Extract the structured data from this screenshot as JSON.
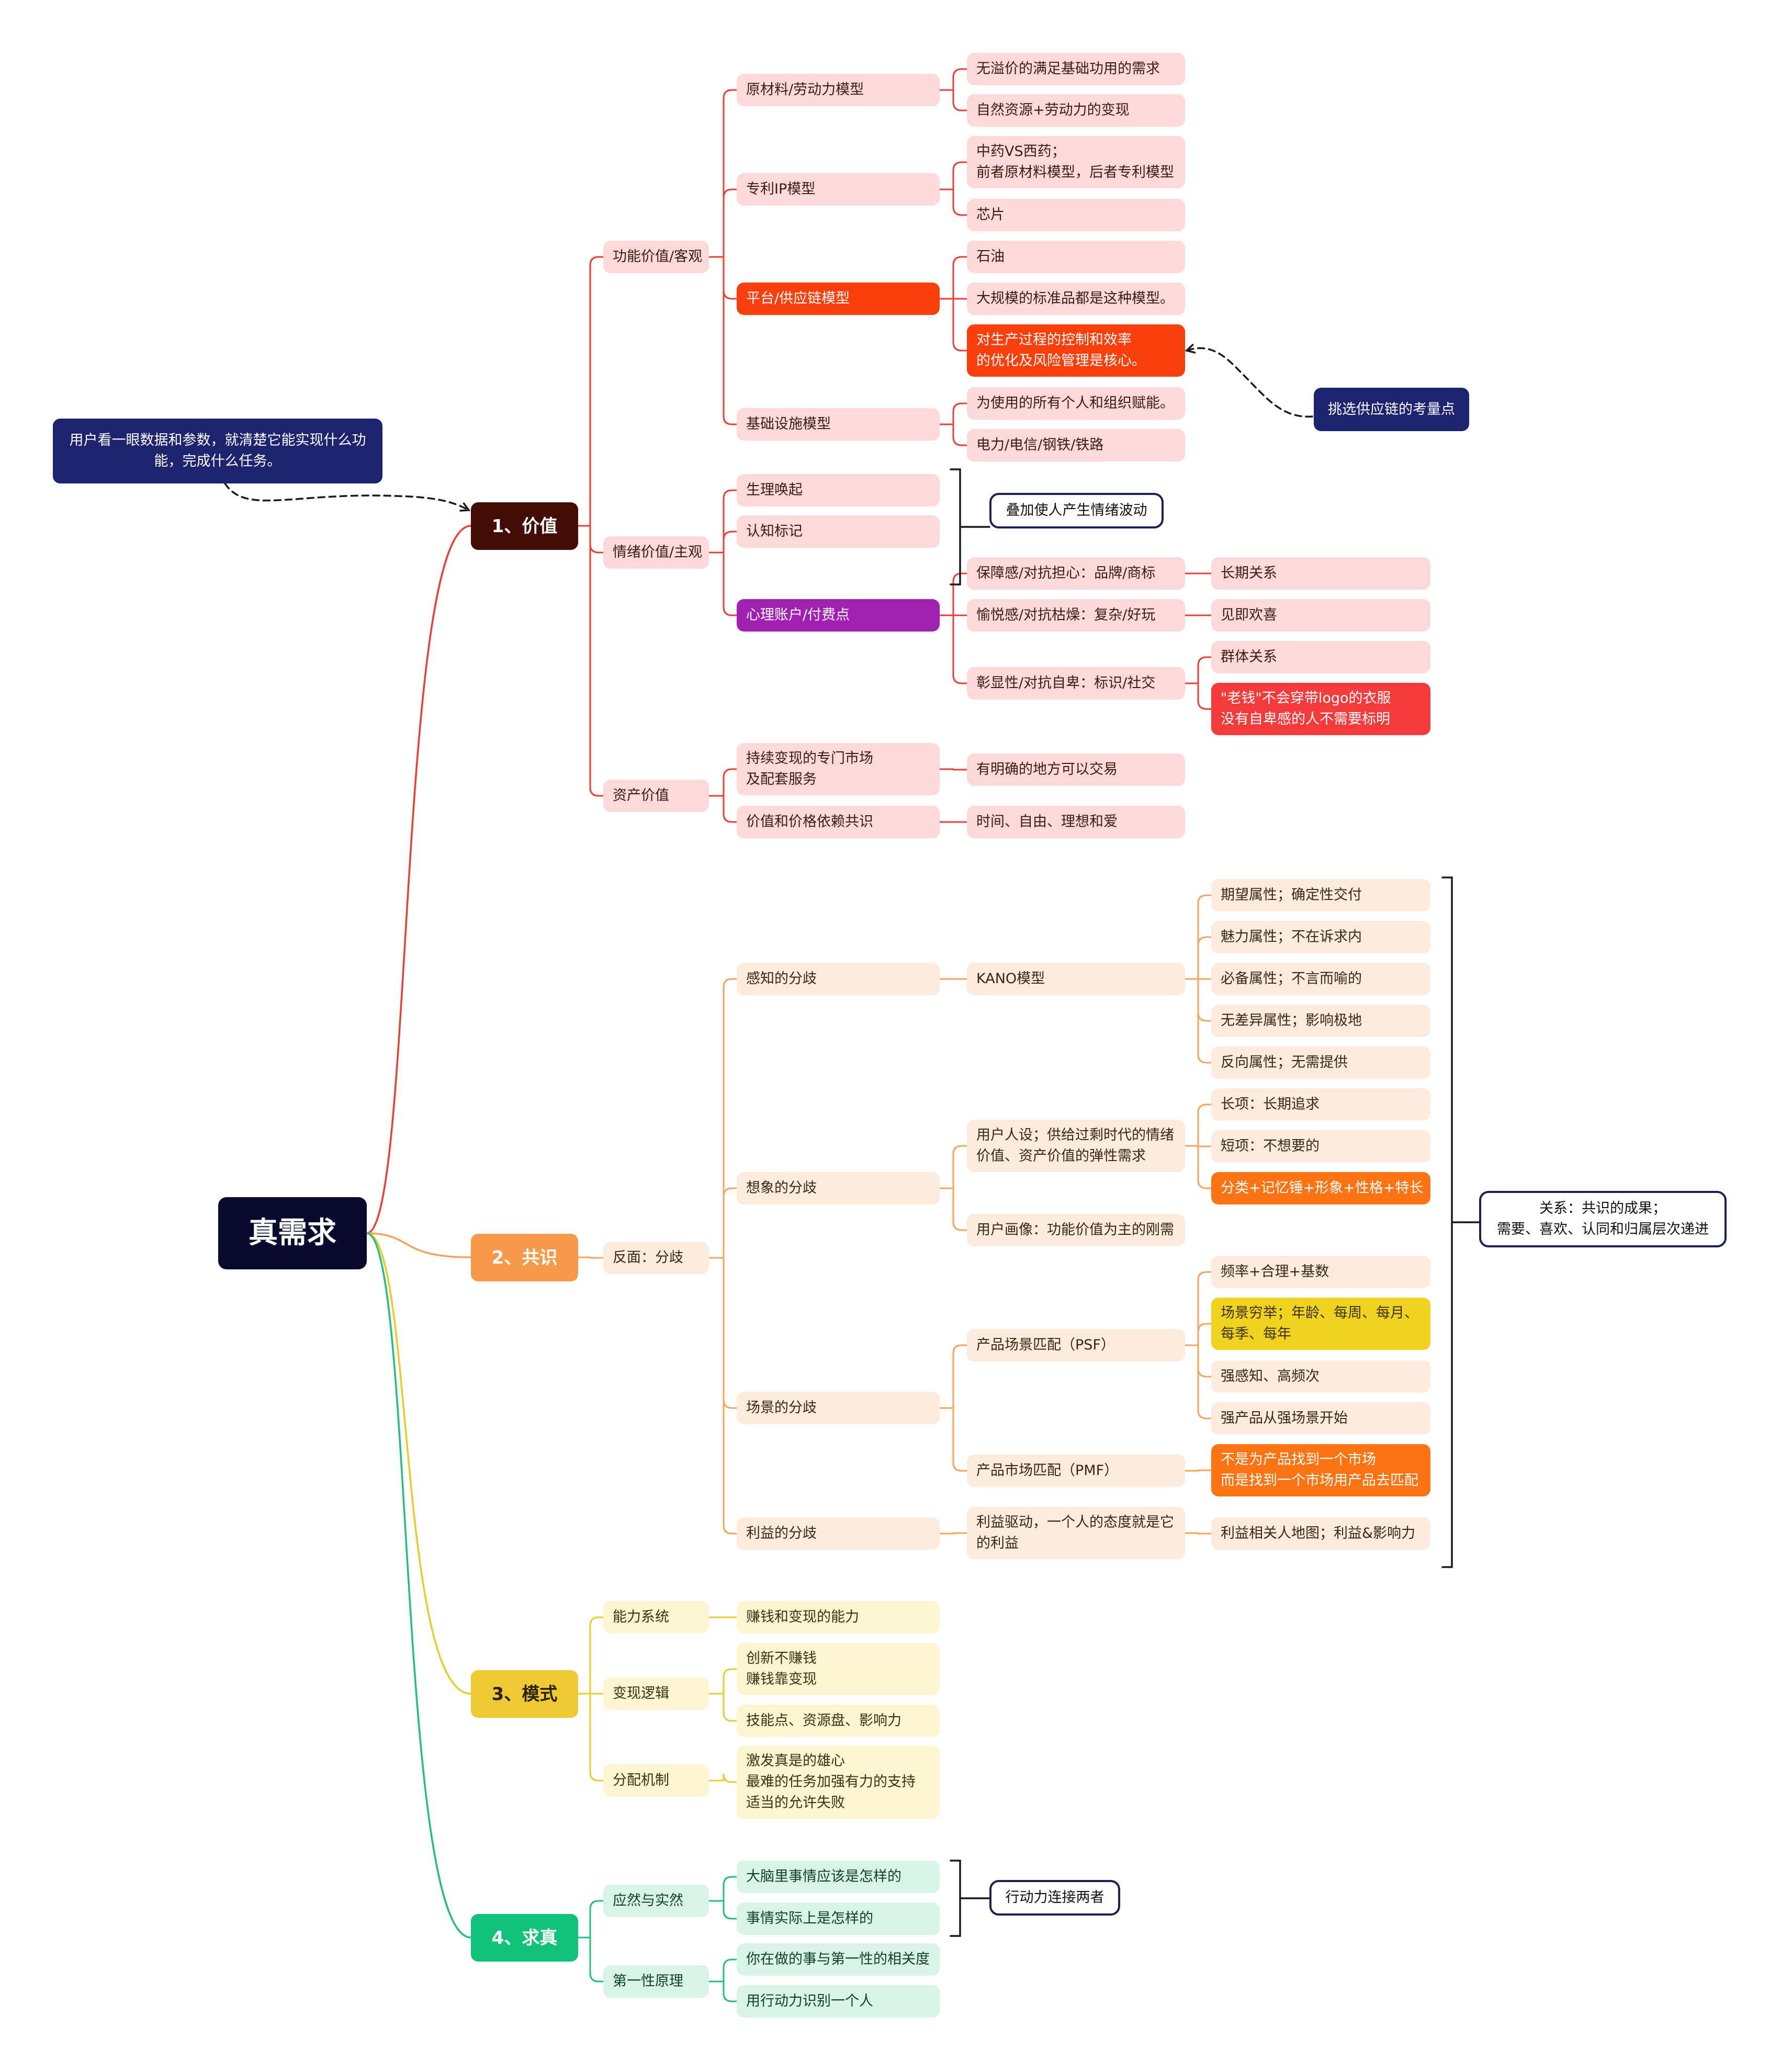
{
  "root": "真需求",
  "notes": {
    "user_data": "用户看一眼数据和参数，就清楚它能实现什么功\n能，完成什么任务。",
    "supply_chain": "挑选供应链的考量点",
    "emotion_wave": "叠加使人产生情绪波动",
    "consensus_result": "关系：共识的成果；\n需要、喜欢、认同和归属层次递进",
    "action_link": "行动力连接两者"
  },
  "branches": {
    "value": {
      "label": "1、价值",
      "functional": {
        "label": "功能价值/客观",
        "raw": {
          "label": "原材料/劳动力模型",
          "items": [
            "无溢价的满足基础功用的需求",
            "自然资源+劳动力的变现"
          ]
        },
        "patent": {
          "label": "专利IP模型",
          "items": [
            "中药VS西药；\n前者原材料模型，后者专利模型",
            "芯片"
          ]
        },
        "platform": {
          "label": "平台/供应链模型",
          "items": [
            "石油",
            "大规模的标准品都是这种模型。",
            "对生产过程的控制和效率\n的优化及风险管理是核心。"
          ]
        },
        "infra": {
          "label": "基础设施模型",
          "items": [
            "为使用的所有个人和组织赋能。",
            "电力/电信/钢铁/铁路"
          ]
        }
      },
      "emotional": {
        "label": "情绪价值/主观",
        "arousal": "生理唤起",
        "cognitive": "认知标记",
        "mental": {
          "label": "心理账户/付费点",
          "security": {
            "label": "保障感/对抗担心：品牌/商标",
            "result": "长期关系"
          },
          "joy": {
            "label": "愉悦感/对抗枯燥：复杂/好玩",
            "result": "见即欢喜"
          },
          "status": {
            "label": "彰显性/对抗自卑：标识/社交",
            "results": [
              "群体关系",
              "\"老钱\"不会穿带logo的衣服\n没有自卑感的人不需要标明"
            ]
          }
        }
      },
      "asset": {
        "label": "资产价值",
        "market": {
          "label": "持续变现的专门市场\n及配套服务",
          "result": "有明确的地方可以交易"
        },
        "consensus": {
          "label": "价值和价格依赖共识",
          "result": "时间、自由、理想和爱"
        }
      }
    },
    "consensus": {
      "label": "2、共识",
      "reverse": "反面：分歧",
      "perception": {
        "label": "感知的分歧",
        "kano": "KANO模型",
        "items": [
          "期望属性；确定性交付",
          "魅力属性；不在诉求内",
          "必备属性；不言而喻的",
          "无差异属性；影响极地",
          "反向属性；无需提供"
        ]
      },
      "imagination": {
        "label": "想象的分歧",
        "persona": {
          "label": "用户人设；供给过剩时代的情绪\n价值、资产价值的弹性需求",
          "items": [
            "长项：长期追求",
            "短项：不想要的",
            "分类+记忆锤+形象+性格+特长"
          ]
        },
        "portrait": "用户画像：功能价值为主的刚需"
      },
      "scene": {
        "label": "场景的分歧",
        "psf": {
          "label": "产品场景匹配（PSF）",
          "items": [
            "频率+合理+基数",
            "场景穷举；年龄、每周、每月、\n每季、每年",
            "强感知、高频次",
            "强产品从强场景开始"
          ]
        },
        "pmf": {
          "label": "产品市场匹配（PMF）",
          "result": "不是为产品找到一个市场\n而是找到一个市场用产品去匹配"
        }
      },
      "interest": {
        "label": "利益的分歧",
        "drive": "利益驱动，一个人的态度就是它\n的利益",
        "result": "利益相关人地图；利益&影响力"
      }
    },
    "model": {
      "label": "3、模式",
      "ability": {
        "label": "能力系统",
        "item": "赚钱和变现的能力"
      },
      "logic": {
        "label": "变现逻辑",
        "items": [
          "创新不赚钱\n赚钱靠变现",
          "技能点、资源盘、影响力"
        ]
      },
      "distribution": {
        "label": "分配机制",
        "item": "激发真是的雄心\n最难的任务加强有力的支持\n适当的允许失败"
      }
    },
    "truth": {
      "label": "4、求真",
      "ought": {
        "label": "应然与实然",
        "items": [
          "大脑里事情应该是怎样的",
          "事情实际上是怎样的"
        ]
      },
      "first": {
        "label": "第一性原理",
        "items": [
          "你在做的事与第一性的相关度",
          "用行动力识别一个人"
        ]
      }
    }
  },
  "colors": {
    "root": "#070a2c",
    "value": "#430c05",
    "consensus": "#f69a4a",
    "model": "#eec931",
    "truth": "#11c27a",
    "line_value": "#ee3c33",
    "line_consensus": "#f7a35c",
    "line_model": "#eacb2a",
    "line_truth": "#1fbf7d"
  }
}
